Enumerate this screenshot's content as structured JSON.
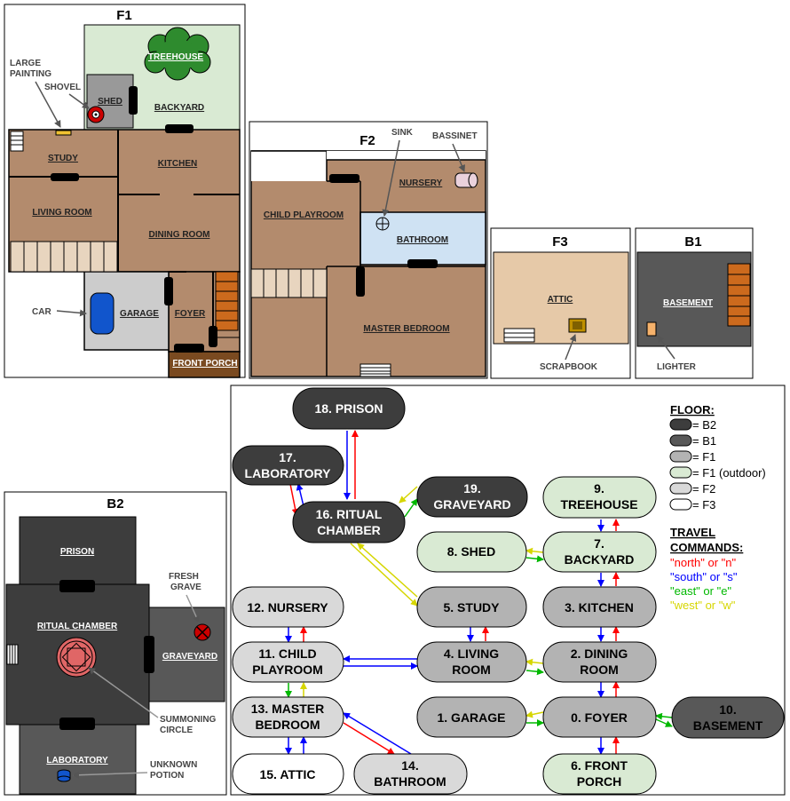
{
  "maps": {
    "f1": {
      "title": "F1",
      "rooms": {
        "treehouse": "TREEHOUSE",
        "shed": "SHED",
        "backyard": "BACKYARD",
        "study": "STUDY",
        "kitchen": "KITCHEN",
        "living_room": "LIVING ROOM",
        "dining_room": "DINING ROOM",
        "garage": "GARAGE",
        "foyer": "FOYER",
        "front_porch": "FRONT PORCH"
      },
      "labels": {
        "large_painting_1": "LARGE",
        "large_painting_2": "PAINTING",
        "shovel": "SHOVEL",
        "car": "CAR"
      }
    },
    "f2": {
      "title": "F2",
      "rooms": {
        "child_playroom": "CHILD PLAYROOM",
        "nursery": "NURSERY",
        "bathroom": "BATHROOM",
        "master_bedroom": "MASTER BEDROOM"
      },
      "labels": {
        "sink": "SINK",
        "bassinet": "BASSINET"
      }
    },
    "f3": {
      "title": "F3",
      "rooms": {
        "attic": "ATTIC"
      },
      "labels": {
        "scrapbook": "SCRAPBOOK"
      }
    },
    "b1": {
      "title": "B1",
      "rooms": {
        "basement": "BASEMENT"
      },
      "labels": {
        "lighter": "LIGHTER"
      }
    },
    "b2": {
      "title": "B2",
      "rooms": {
        "prison": "PRISON",
        "ritual_chamber": "RITUAL CHAMBER",
        "graveyard": "GRAVEYARD",
        "laboratory": "LABORATORY"
      },
      "labels": {
        "fresh_grave_1": "FRESH",
        "fresh_grave_2": "GRAVE",
        "summoning_circle_1": "SUMMONING",
        "summoning_circle_2": "CIRCLE",
        "unknown_potion_1": "UNKNOWN",
        "unknown_potion_2": "POTION"
      }
    }
  },
  "graph": {
    "nodes": {
      "n0": "0. FOYER",
      "n1": "1. GARAGE",
      "n2a": "2. DINING",
      "n2b": "ROOM",
      "n3": "3. KITCHEN",
      "n4a": "4. LIVING",
      "n4b": "ROOM",
      "n5": "5. STUDY",
      "n6a": "6. FRONT",
      "n6b": "PORCH",
      "n7a": "7.",
      "n7b": "BACKYARD",
      "n8": "8. SHED",
      "n9a": "9.",
      "n9b": "TREEHOUSE",
      "n10a": "10.",
      "n10b": "BASEMENT",
      "n11a": "11. CHILD",
      "n11b": "PLAYROOM",
      "n12": "12. NURSERY",
      "n13a": "13. MASTER",
      "n13b": "BEDROOM",
      "n14a": "14.",
      "n14b": "BATHROOM",
      "n15": "15. ATTIC",
      "n16a": "16. RITUAL",
      "n16b": "CHAMBER",
      "n17a": "17.",
      "n17b": "LABORATORY",
      "n18": "18. PRISON",
      "n19a": "19.",
      "n19b": "GRAVEYARD"
    },
    "legend": {
      "floor_heading": "FLOOR:",
      "floors": [
        "= B2",
        "= B1",
        "= F1",
        "= F1 (outdoor)",
        "= F2",
        "= F3"
      ],
      "travel_heading_1": "TRAVEL",
      "travel_heading_2": "COMMANDS:",
      "commands": [
        "\"north\" or \"n\"",
        "\"south\" or \"s\"",
        "\"east\" or \"e\"",
        "\"west\" or \"w\""
      ]
    },
    "colors": {
      "B2": "#3d3d3d",
      "B1": "#585858",
      "F1": "#b3b3b3",
      "F1_outdoor": "#d9ead3",
      "F2": "#d9d9d9",
      "F3": "#ffffff",
      "north": "#ff0000",
      "south": "#0000ff",
      "east": "#00b800",
      "west": "#d6d600"
    }
  }
}
